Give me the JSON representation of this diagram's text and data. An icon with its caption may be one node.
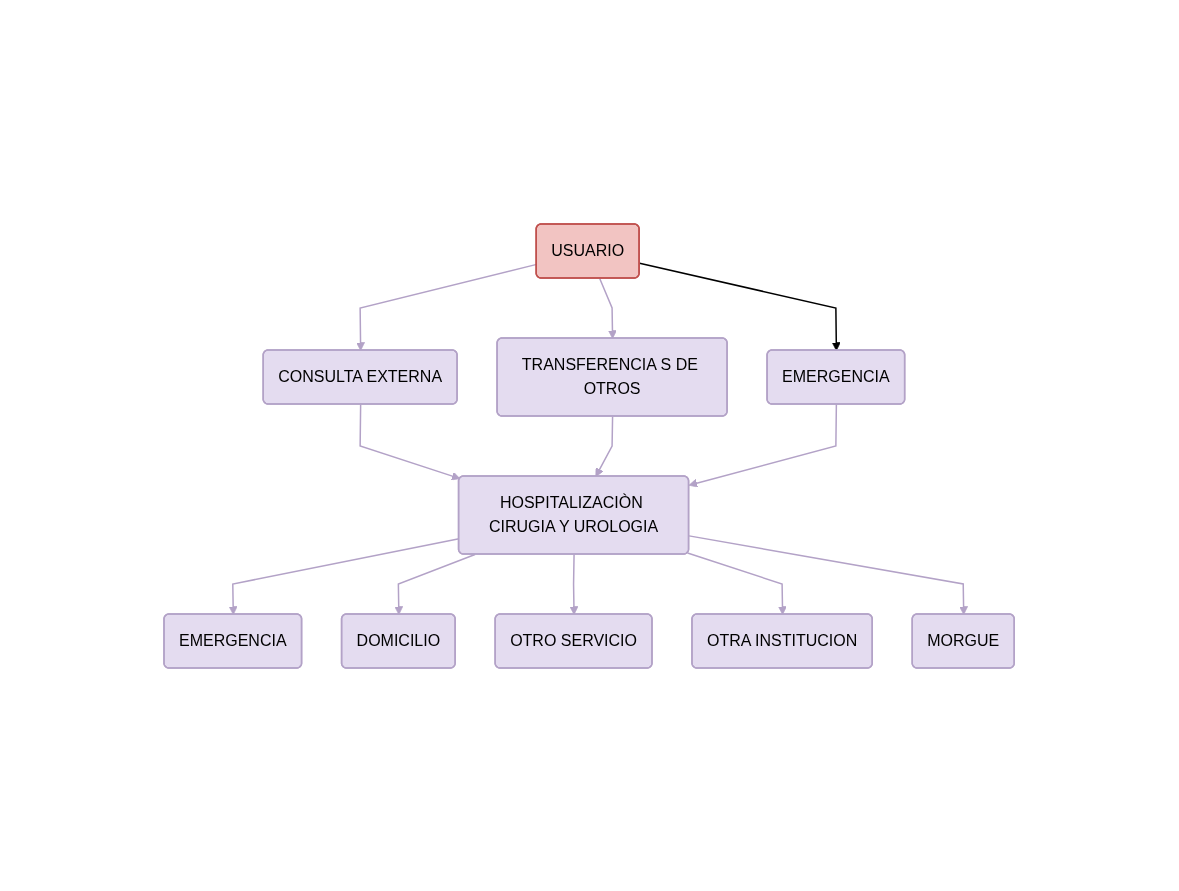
{
  "diagram": {
    "nodes": [
      {
        "text": [
          "USUARIO"
        ]
      },
      {
        "text": [
          "CONSULTA EXTERNA"
        ]
      },
      {
        "text": [
          "TRANSFERENCIA S DE OTROS"
        ]
      },
      {
        "text": [
          "EMERGENCIA"
        ]
      },
      {
        "text": [
          "HOSPITALIZACIÒN CIRUGIA Y UROLOGIA"
        ]
      },
      {
        "text": [
          "EMERGENCIA"
        ]
      },
      {
        "text": [
          "DOMICILIO"
        ]
      },
      {
        "text": [
          "OTRO SERVICIO"
        ]
      },
      {
        "text": [
          "OTRA INSTITUCION"
        ]
      },
      {
        "text": [
          "MORGUE"
        ]
      }
    ],
    "edges": [
      {
        "from": 0,
        "to": 1,
        "arrow": "to"
      },
      {
        "from": 0,
        "to": 2,
        "arrow": "to"
      },
      {
        "from": 0,
        "to": 3,
        "arrow": "to",
        "color": "#000000"
      },
      {
        "from": 1,
        "to": 4,
        "arrow": "to"
      },
      {
        "from": 2,
        "to": 4,
        "arrow": "to"
      },
      {
        "from": 3,
        "to": 4,
        "arrow": "to"
      },
      {
        "from": 4,
        "to": 5,
        "arrow": "to"
      },
      {
        "from": 4,
        "to": 6,
        "arrow": "to"
      },
      {
        "from": 4,
        "to": 7,
        "arrow": "to"
      },
      {
        "from": 4,
        "to": 8,
        "arrow": "to"
      },
      {
        "from": 4,
        "to": 9,
        "arrow": "to"
      }
    ]
  }
}
